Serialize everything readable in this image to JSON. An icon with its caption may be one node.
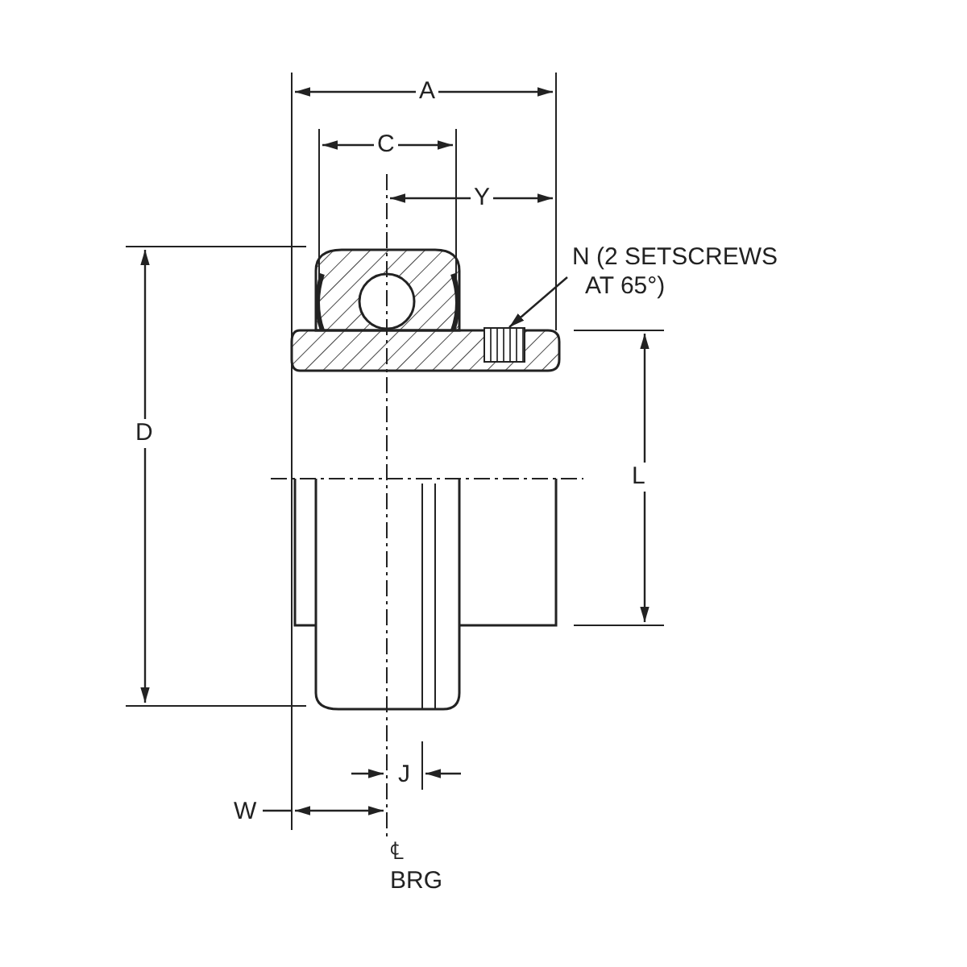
{
  "diagram": {
    "nodes": [
      {
        "text": [
          "N (2 SETSCREWS AT 65°)"
        ]
      },
      {
        "text": [],
        "shape": "box"
      }
    ],
    "edges": [
      {
        "from": 0,
        "to": 1,
        "arrow": "to"
      }
    ],
    "labels": [
      "A",
      "C",
      "Y",
      "D",
      "L",
      "W",
      "J",
      "℄ BRG"
    ]
  }
}
